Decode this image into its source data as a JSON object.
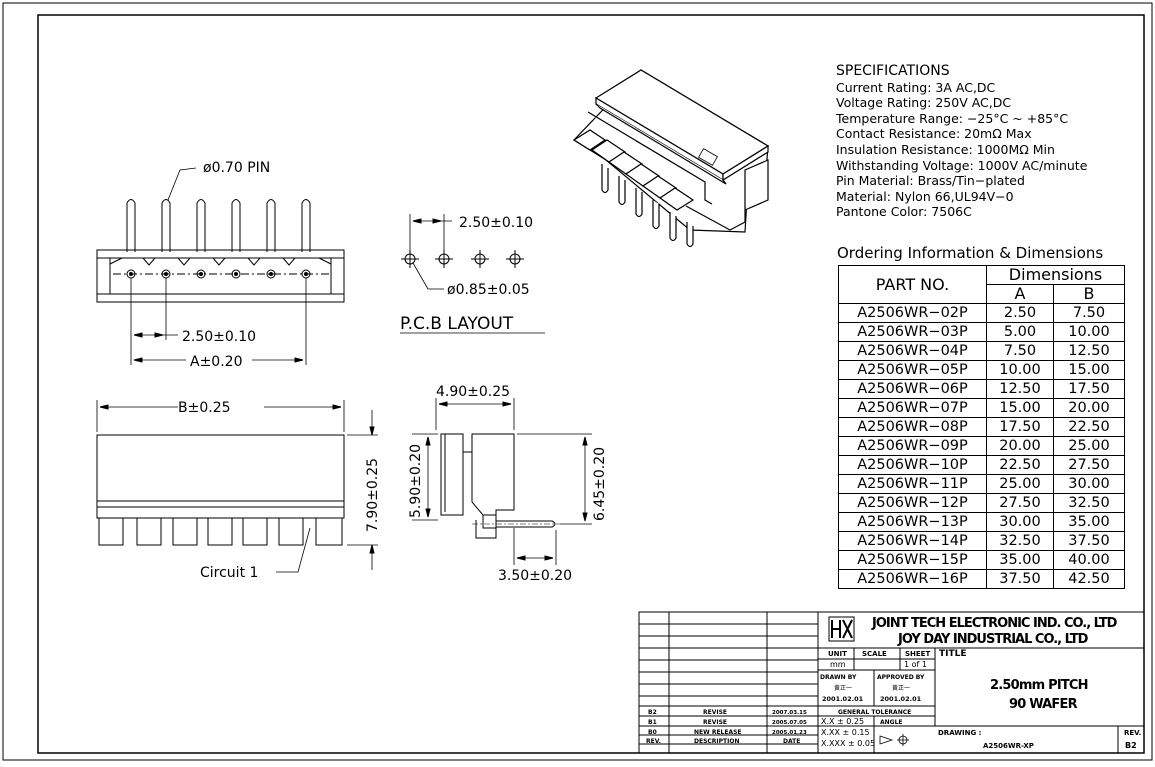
{
  "drawing": {
    "pin_diameter": "ø0.70 PIN",
    "pitch_top": "2.50±0.10",
    "dim_a": "A±0.20",
    "dim_b": "B±0.25",
    "height_790": "7.90±0.25",
    "circuit1": "Circuit 1",
    "pcb_pitch": "2.50±0.10",
    "pcb_hole": "ø0.85±0.05",
    "pcb_layout": "P.C.B LAYOUT",
    "side_width": "4.90±0.25",
    "side_590": "5.90±0.20",
    "side_645": "6.45±0.20",
    "side_350": "3.50±0.20"
  },
  "specifications": {
    "title": "SPECIFICATIONS",
    "lines": [
      "Current Rating: 3A AC,DC",
      "Voltage Rating: 250V AC,DC",
      "Temperature Range: −25°C ~ +85°C",
      "Contact Resistance: 20mΩ Max",
      "Insulation Resistance: 1000MΩ Min",
      "Withstanding Voltage: 1000V AC/minute",
      "Pin Material: Brass/Tin−plated",
      "Material: Nylon 66,UL94V−0",
      "Pantone Color: 7506C"
    ]
  },
  "ordering": {
    "title": "Ordering Information & Dimensions",
    "part_no_header": "PART NO.",
    "dimensions_header": "Dimensions",
    "col_a": "A",
    "col_b": "B",
    "rows": [
      [
        "A2506WR−02P",
        "2.50",
        "7.50"
      ],
      [
        "A2506WR−03P",
        "5.00",
        "10.00"
      ],
      [
        "A2506WR−04P",
        "7.50",
        "12.50"
      ],
      [
        "A2506WR−05P",
        "10.00",
        "15.00"
      ],
      [
        "A2506WR−06P",
        "12.50",
        "17.50"
      ],
      [
        "A2506WR−07P",
        "15.00",
        "20.00"
      ],
      [
        "A2506WR−08P",
        "17.50",
        "22.50"
      ],
      [
        "A2506WR−09P",
        "20.00",
        "25.00"
      ],
      [
        "A2506WR−10P",
        "22.50",
        "27.50"
      ],
      [
        "A2506WR−11P",
        "25.00",
        "30.00"
      ],
      [
        "A2506WR−12P",
        "27.50",
        "32.50"
      ],
      [
        "A2506WR−13P",
        "30.00",
        "35.00"
      ],
      [
        "A2506WR−14P",
        "32.50",
        "37.50"
      ],
      [
        "A2506WR−15P",
        "35.00",
        "40.00"
      ],
      [
        "A2506WR−16P",
        "37.50",
        "42.50"
      ]
    ]
  },
  "title_block": {
    "company1": "JOINT TECH ELECTRONIC IND. CO., LTD",
    "company2": "JOY DAY INDUSTRIAL CO., LTD",
    "unit_label": "UNIT",
    "unit_value": "mm",
    "scale_label": "SCALE",
    "sheet_label": "SHEET",
    "sheet_value": "1 of 1",
    "title_label": "TITLE",
    "title_line1": "2.50mm PITCH",
    "title_line2": "90 WAFER",
    "drawn_by_label": "DRAWN BY",
    "approved_by_label": "APPROVED BY",
    "drawn_sig": "黄正一",
    "approved_sig": "黄正一",
    "drawn_date": "2001.02.01",
    "approved_date": "2001.02.01",
    "general_tolerance": "GENERAL TOLERANCE",
    "tol1": "X.X ± 0.25",
    "tol2": "X.XX ± 0.15",
    "tol3": "X.XXX ± 0.05",
    "angle_label": "ANGLE",
    "drawing_no_label": "DRAWING :",
    "drawing_no": "A2506WR-XP",
    "rev_label": "REV.",
    "rev_value": "B2",
    "revisions": [
      {
        "rev": "B2",
        "desc": "REVISE",
        "date": "2007.03.15"
      },
      {
        "rev": "B1",
        "desc": "REVISE",
        "date": "2005.07.05"
      },
      {
        "rev": "B0",
        "desc": "NEW RELEASE",
        "date": "2005.01.23"
      }
    ],
    "hdr_rev": "REV.",
    "hdr_desc": "DESCRIPTION",
    "hdr_date": "DATE"
  }
}
